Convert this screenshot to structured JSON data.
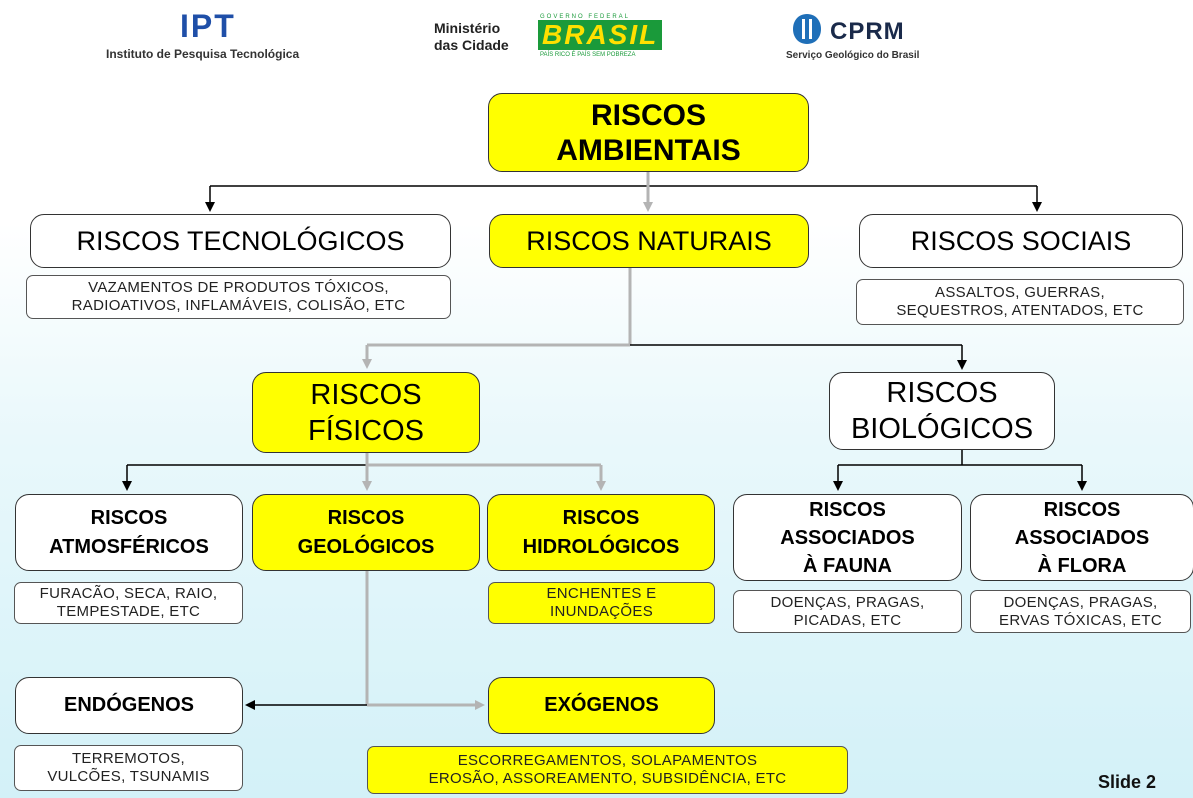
{
  "header": {
    "ipt": {
      "title": "IPT",
      "subtitle": "Instituto de Pesquisa Tecnológica"
    },
    "ministerio": {
      "line1": "Ministério",
      "line2": "das Cidade",
      "brand": "BRASIL",
      "top_text": "GOVERNO FEDERAL",
      "tagline": "PAÍS RICO É PAÍS SEM POBREZA"
    },
    "cprm": {
      "title": "CPRM",
      "subtitle": "Serviço Geológico do Brasil"
    }
  },
  "nodes": {
    "ambientais": "RISCOS\nAMBIENTAIS",
    "tecnologicos": "RISCOS TECNOLÓGICOS",
    "naturais": "RISCOS NATURAIS",
    "sociais": "RISCOS SOCIAIS",
    "fisicos": "RISCOS\nFÍSICOS",
    "biologicos": "RISCOS\nBIOLÓGICOS",
    "atmosfericos": "RISCOS\nATMOSFÉRICOS",
    "geologicos": "RISCOS\nGEOLÓGICOS",
    "hidrologicos": "RISCOS\nHIDROLÓGICOS",
    "fauna": "RISCOS\nASSOCIADOS\nÀ FAUNA",
    "flora": "RISCOS\nASSOCIADOS\nÀ FLORA",
    "endogenos": "ENDÓGENOS",
    "exogenos": "EXÓGENOS"
  },
  "examples": {
    "tecnologicos": "VAZAMENTOS DE PRODUTOS TÓXICOS,\nRADIOATIVOS, INFLAMÁVEIS, COLISÃO, ETC",
    "sociais": "ASSALTOS, GUERRAS,\nSEQUESTROS, ATENTADOS, ETC",
    "atmosfericos": "FURACÃO, SECA, RAIO,\nTEMPESTADE, ETC",
    "hidrologicos": "ENCHENTES E\nINUNDAÇÕES",
    "fauna": "DOENÇAS, PRAGAS,\nPICADAS, ETC",
    "flora": "DOENÇAS, PRAGAS,\nERVAS TÓXICAS, ETC",
    "endogenos": "TERREMOTOS,\nVULCÕES, TSUNAMIS",
    "exogenos": "ESCORREGAMENTOS, SOLAPAMENTOS\nEROSÃO, ASSOREAMENTO, SUBSIDÊNCIA, ETC"
  },
  "footer": {
    "slide_label": "Slide 2"
  },
  "colors": {
    "highlight": "#ffff00",
    "connector_dark": "#000000",
    "connector_grey": "#b4b4b4",
    "ipt_blue": "#1f4fa8",
    "brasil_green": "#1a9a3a",
    "brasil_yellow": "#ffe000"
  }
}
